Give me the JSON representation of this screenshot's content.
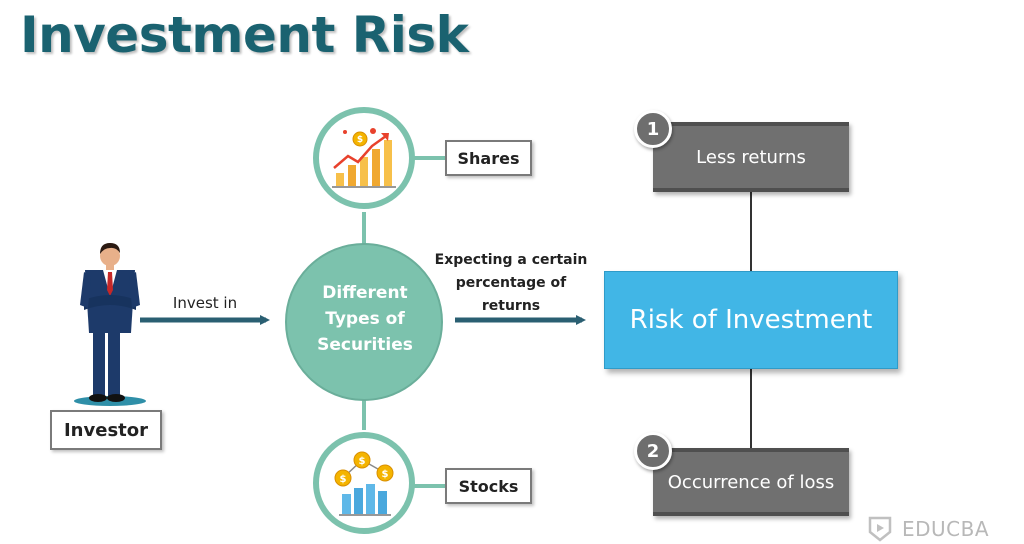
{
  "title": "Investment Risk",
  "investor": {
    "label": "Investor"
  },
  "arrows": {
    "invest_in": "Invest in",
    "expecting_line1": "Expecting a certain",
    "expecting_line2": "percentage of",
    "expecting_line3": "returns"
  },
  "center": {
    "line1": "Different",
    "line2": "Types of",
    "line3": "Securities"
  },
  "shares": {
    "label": "Shares"
  },
  "stocks": {
    "label": "Stocks"
  },
  "risk": {
    "label": "Risk of Investment"
  },
  "outcomes": [
    {
      "number": "1",
      "label": "Less returns"
    },
    {
      "number": "2",
      "label": "Occurrence of loss"
    }
  ],
  "brand": {
    "name": "EDUCBA"
  },
  "colors": {
    "title": "#1a6270",
    "teal_circle": "#7cc2ad",
    "arrow": "#2a5f72",
    "risk_blue": "#41b6e6",
    "gray_box": "#707070"
  }
}
